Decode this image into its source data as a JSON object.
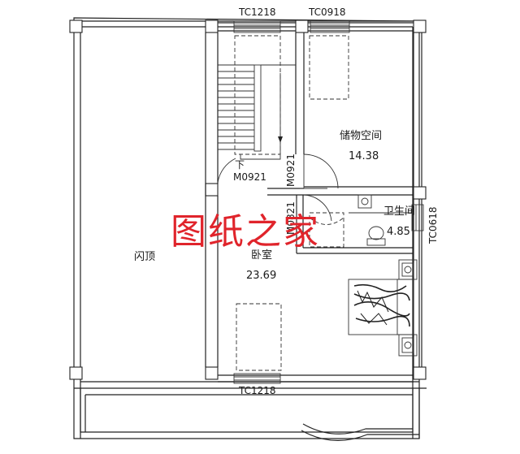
{
  "windows": {
    "top_left": "TC1218",
    "top_right": "TC0918",
    "bottom": "TC1218",
    "right": "TC0618"
  },
  "doors": {
    "stair_door": "M0921",
    "storage_door": "M0921",
    "bath_door": "M0821"
  },
  "stair_note": "下",
  "rooms": {
    "roof": {
      "name": "闪顶"
    },
    "storage": {
      "name": "储物空间",
      "area": "14.38"
    },
    "bathroom": {
      "name": "卫生间",
      "area": "4.85"
    },
    "bedroom": {
      "name": "卧室",
      "area": "23.69"
    }
  },
  "watermark": "图纸之家",
  "colors": {
    "lines": "#222222",
    "watermark": "#e0242b",
    "background": "#ffffff"
  }
}
